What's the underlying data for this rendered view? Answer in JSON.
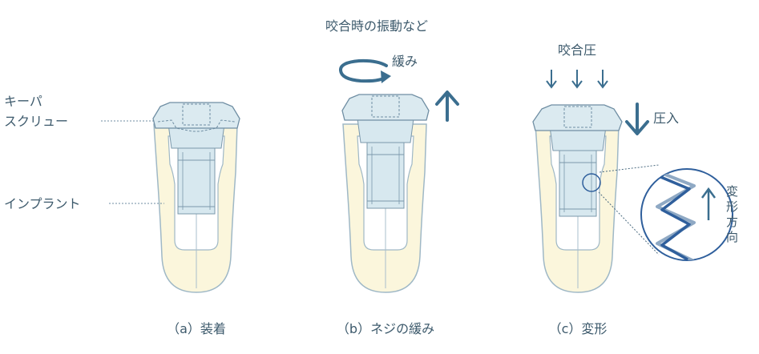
{
  "labels": {
    "keeper_screw_line1": "キーパ",
    "keeper_screw_line2": "スクリュー",
    "implant": "インプラント",
    "top_b": "咬合時の振動など",
    "loosen": "緩み",
    "top_c": "咬合圧",
    "press_in": "圧入",
    "deform_direction": [
      "変",
      "形",
      "方",
      "向"
    ]
  },
  "captions": {
    "a": "（a）装着",
    "b": "（b）ネジの緩み",
    "c": "（c）変形"
  },
  "colors": {
    "implant_fill": "#fbf6dc",
    "implant_stroke": "#9fb8c6",
    "cap_fill": "#dbeaf0",
    "screw_fill": "#d7e8ef",
    "arrow": "#3b6e8f",
    "thread_dark": "#2f5f9c",
    "thread_light": "#8fa9c4",
    "text": "#3d5a6c"
  },
  "icons": [
    "rotation-arrow-icon",
    "up-arrow-icon",
    "down-arrow-icon"
  ]
}
